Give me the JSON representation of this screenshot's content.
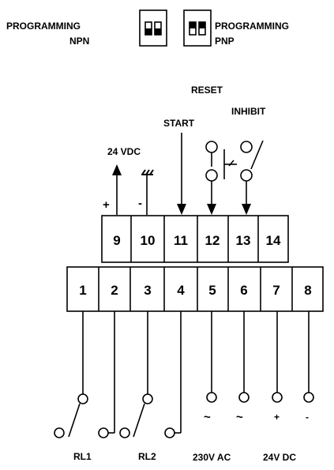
{
  "programming": {
    "npn": {
      "line1": "PROGRAMMING",
      "line2": "NPN"
    },
    "pnp": {
      "line1": "PROGRAMMING",
      "line2": "PNP"
    }
  },
  "labels": {
    "reset": "RESET",
    "inhibit": "INHIBIT",
    "start": "START",
    "supply": "24 VDC",
    "plus": "+",
    "minus": "-"
  },
  "upper_terminals": [
    "9",
    "10",
    "11",
    "12",
    "13",
    "14"
  ],
  "lower_terminals": [
    "1",
    "2",
    "3",
    "4",
    "5",
    "6",
    "7",
    "8"
  ],
  "bottom": {
    "ac_symbol_1": "~",
    "ac_symbol_2": "~",
    "dc_plus": "+",
    "dc_minus": "-",
    "rl1": "RL1",
    "rl2": "RL2",
    "ac_label": "230V AC",
    "dc_label": "24V DC"
  }
}
